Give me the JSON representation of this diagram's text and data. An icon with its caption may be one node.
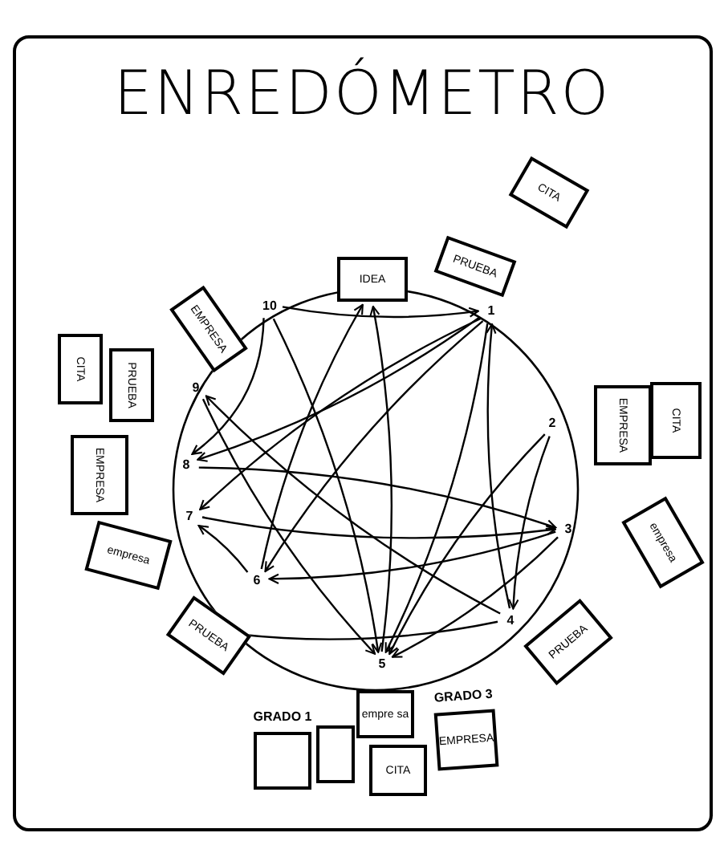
{
  "diagram": {
    "title": "ENREDÓMETRO",
    "nodes": [
      {
        "text": [
          "IDEA"
        ]
      },
      {
        "text": [
          "CITA"
        ]
      },
      {
        "text": [
          "PRUEBA"
        ]
      },
      {
        "text": [
          "EMPRESA"
        ]
      },
      {
        "text": [
          "CITA"
        ]
      },
      {
        "text": [
          "PRUEBA"
        ]
      },
      {
        "text": [
          "10"
        ]
      },
      {
        "text": [
          "1"
        ]
      },
      {
        "text": [
          "9"
        ]
      },
      {
        "text": [
          "EMPRESA"
        ]
      },
      {
        "text": [
          "2"
        ]
      },
      {
        "text": [
          "EMPRESA"
        ]
      },
      {
        "text": [
          "CITA"
        ]
      },
      {
        "text": [
          "8"
        ]
      },
      {
        "text": [
          "empresa"
        ]
      },
      {
        "text": [
          "7"
        ]
      },
      {
        "text": [
          "3"
        ]
      },
      {
        "text": [
          "empresa"
        ]
      },
      {
        "text": [
          "6"
        ]
      },
      {
        "text": [
          "PRUEBA"
        ]
      },
      {
        "text": [
          "4"
        ]
      },
      {
        "text": [
          "PRUEBA"
        ]
      },
      {
        "text": [
          "5"
        ]
      },
      {
        "text": [
          "empre sa"
        ]
      },
      {
        "text": [
          "GRADO 1"
        ]
      },
      {
        "text": [],
        "shape": "box"
      },
      {
        "text": [
          "CITA"
        ]
      },
      {
        "text": [
          "GRADO 3",
          "EMPRESA"
        ]
      }
    ],
    "edges": [
      {
        "from": 6,
        "to": 7,
        "arrow": "to"
      },
      {
        "from": 18,
        "to": 0,
        "arrow": "to"
      },
      {
        "from": 22,
        "to": 0,
        "arrow": "to"
      },
      {
        "from": 7,
        "to": 13,
        "arrow": "to"
      },
      {
        "from": 7,
        "to": 15,
        "arrow": "to"
      },
      {
        "from": 7,
        "to": 22,
        "arrow": "to"
      },
      {
        "from": 7,
        "to": 18,
        "arrow": "to"
      },
      {
        "from": 20,
        "to": 7,
        "arrow": "to"
      },
      {
        "from": 10,
        "to": 20,
        "arrow": "to"
      },
      {
        "from": 6,
        "to": 22,
        "arrow": "to"
      },
      {
        "from": 8,
        "to": 22,
        "arrow": "to"
      },
      {
        "from": 13,
        "to": 16,
        "arrow": "to"
      },
      {
        "from": 15,
        "to": 16,
        "arrow": "to"
      },
      {
        "from": 16,
        "to": 22,
        "arrow": "to"
      },
      {
        "from": 10,
        "to": 22,
        "arrow": "to"
      },
      {
        "from": 20,
        "to": 8,
        "arrow": "to"
      },
      {
        "from": 18,
        "to": 15,
        "arrow": "to"
      },
      {
        "from": 16,
        "to": 18,
        "arrow": "to"
      },
      {
        "from": 19,
        "to": 20,
        "arrow": "none"
      },
      {
        "from": 6,
        "to": 13,
        "arrow": "to"
      }
    ]
  }
}
